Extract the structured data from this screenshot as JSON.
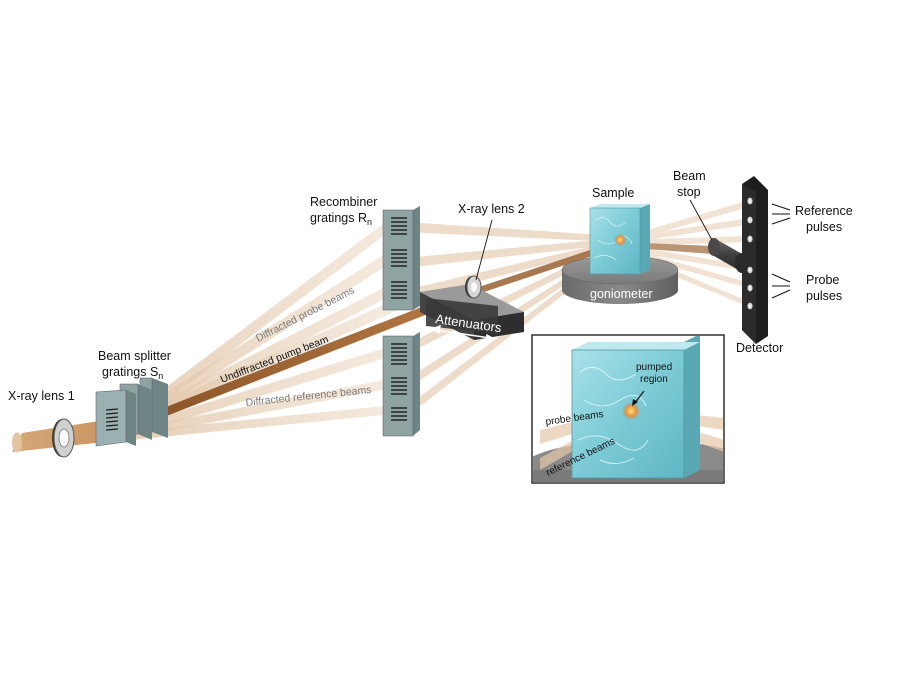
{
  "labels": {
    "xray_lens_1": "X-ray lens 1",
    "beam_splitter_line1": "Beam splitter",
    "beam_splitter_line2": "gratings S",
    "beam_splitter_sub": "n",
    "recombiner_line1": "Recombiner",
    "recombiner_line2": "gratings R",
    "recombiner_sub": "n",
    "xray_lens_2": "X-ray lens 2",
    "sample": "Sample",
    "beam_stop_line1": "Beam",
    "beam_stop_line2": "stop",
    "reference_pulses_line1": "Reference",
    "reference_pulses_line2": "pulses",
    "probe_pulses_line1": "Probe",
    "probe_pulses_line2": "pulses",
    "detector": "Detector",
    "goniometer": "goniometer",
    "attenuators": "Attenuators",
    "diffracted_probe_beams": "Diffracted probe beams",
    "undiffracted_pump_beam": "Undiffracted pump beam",
    "diffracted_reference_beams": "Diffracted reference beams",
    "inset_pumped_line1": "pumped",
    "inset_pumped_line2": "region",
    "inset_probe_beams": "probe beams",
    "inset_reference_beams": "reference beams"
  },
  "colors": {
    "beam": "#d9b38c",
    "pump_beam": "#a0683a",
    "grating": "#8fa3a3",
    "sample": "#8ed3dc",
    "dark_metal": "#3a3a3a",
    "goniometer": "#7d7d7d"
  }
}
